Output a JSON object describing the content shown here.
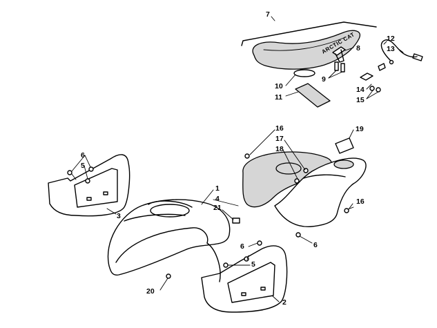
{
  "seat_brand_text": "ARCTIC CAT",
  "callouts": {
    "c1": "1",
    "c2": "2",
    "c3": "3",
    "c4": "4",
    "c5a": "5",
    "c5b": "5",
    "c6a": "6",
    "c6b": "6",
    "c6c": "6",
    "c7": "7",
    "c8": "8",
    "c9": "9",
    "c10": "10",
    "c11": "11",
    "c12": "12",
    "c13": "13",
    "c14": "14",
    "c15": "15",
    "c16a": "16",
    "c16b": "16",
    "c17": "17",
    "c18": "18",
    "c19": "19",
    "c20": "20",
    "c21": "21"
  }
}
